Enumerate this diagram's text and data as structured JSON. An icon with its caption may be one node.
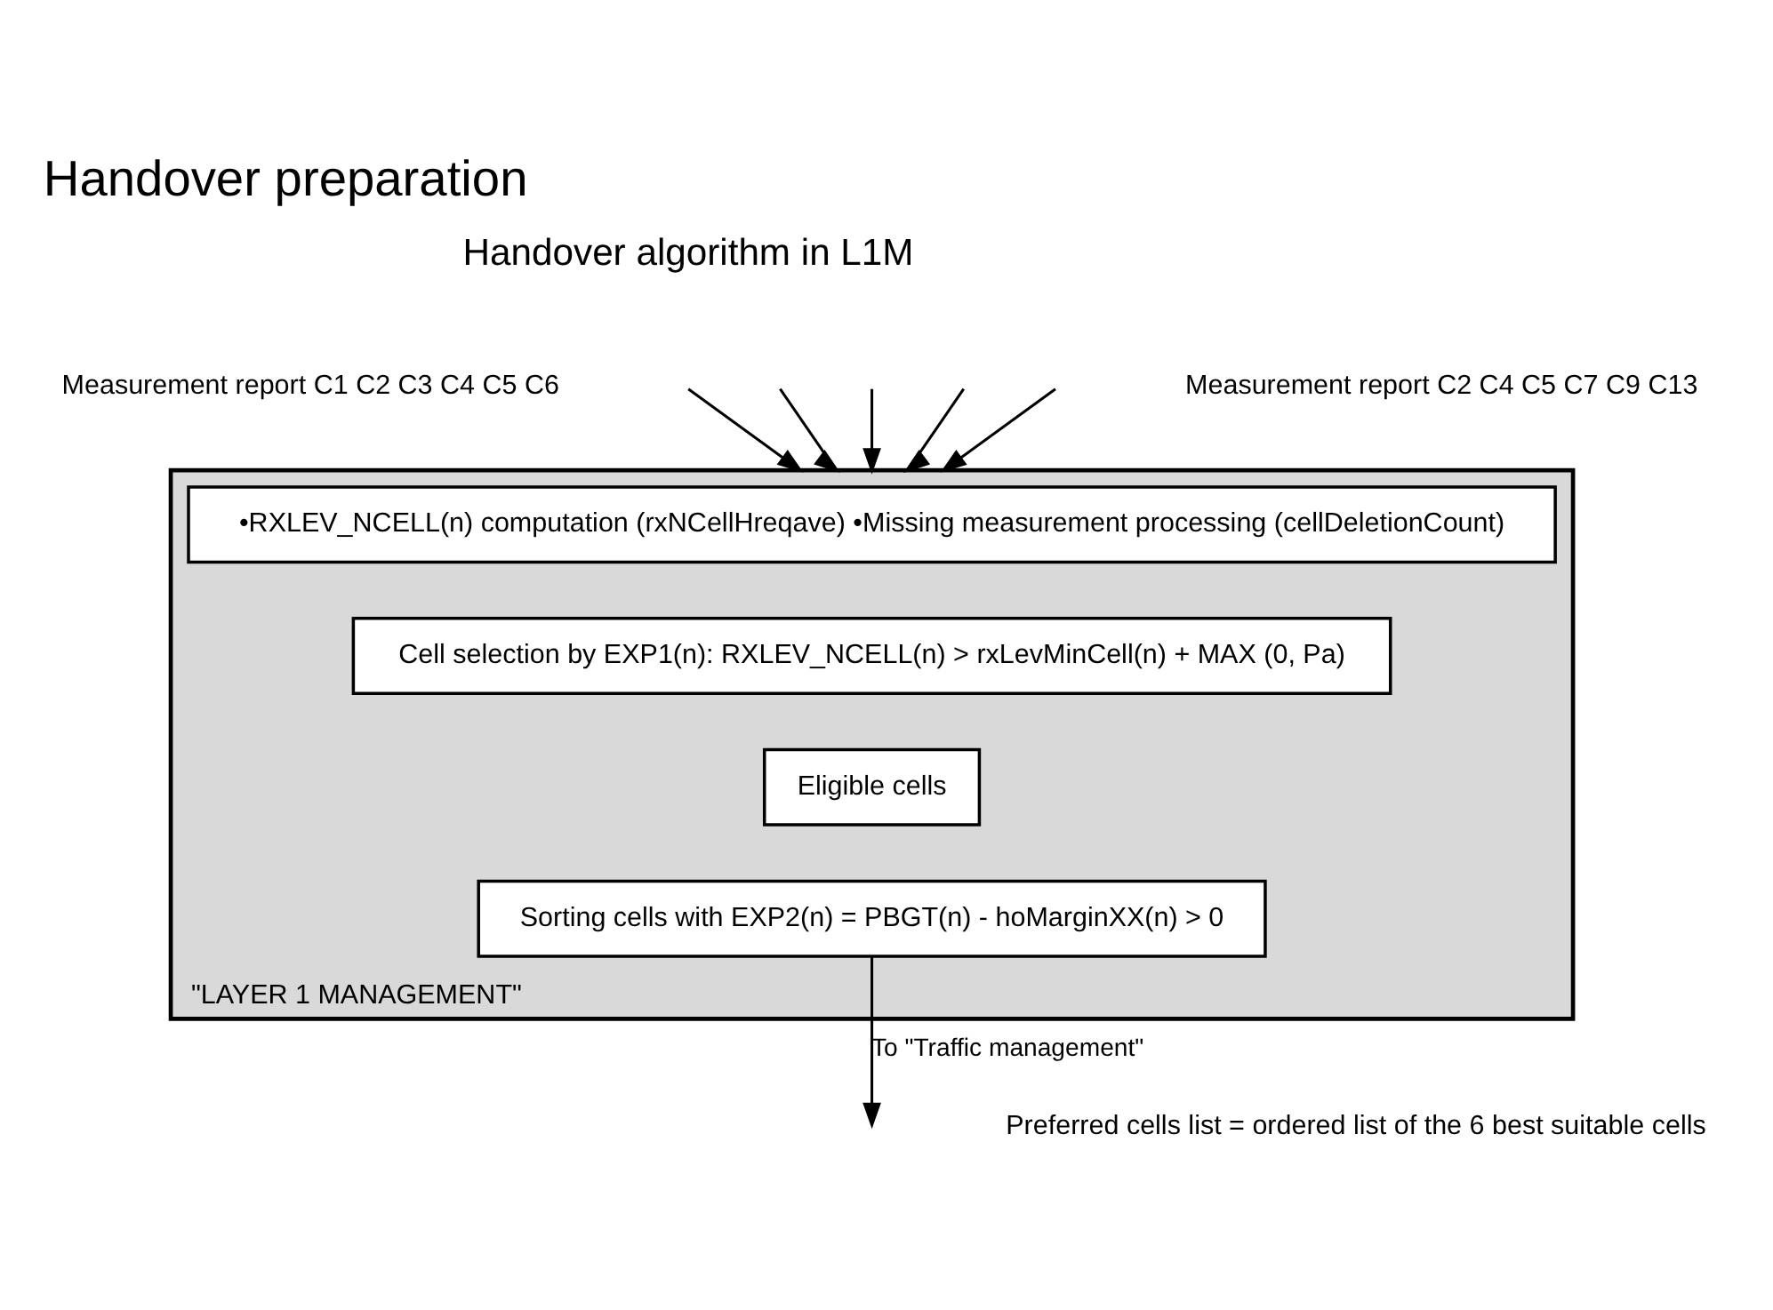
{
  "diagram": {
    "title": "Handover preparation",
    "nodes": [
      {
        "text": [
          "\"LAYER 1 MANAGEMENT\""
        ]
      },
      {
        "text": [
          "•RXLEV_NCELL(n) computation (rxNCellHreqave) •Missing measurement processing (cellDeletionCount)"
        ],
        "in": 0
      },
      {
        "text": [
          "Cell selection by EXP1(n): RXLEV_NCELL(n) > rxLevMinCell(n) + MAX (0, Pa)"
        ],
        "in": 0
      },
      {
        "text": [
          "Eligible cells"
        ],
        "in": 0
      },
      {
        "text": [
          "Sorting cells with EXP2(n) = PBGT(n) - hoMarginXX(n) > 0"
        ],
        "in": 0
      }
    ],
    "edges": [
      {
        "from": null,
        "to": 0,
        "arrow": "to"
      },
      {
        "from": null,
        "to": 0,
        "arrow": "to"
      },
      {
        "from": null,
        "to": 0,
        "arrow": "to"
      },
      {
        "from": null,
        "to": 0,
        "arrow": "to"
      },
      {
        "from": null,
        "to": 0,
        "arrow": "to"
      },
      {
        "from": 4,
        "to": null,
        "arrow": "to",
        "label": "To \"Traffic management\""
      }
    ],
    "labels": [
      "Handover algorithm in L1M",
      "Measurement report C1 C2 C3 C4 C5 C6",
      "Measurement report C2 C4 C5 C7 C9 C13",
      "Preferred cells list = ordered list of the 6 best suitable cells"
    ]
  }
}
